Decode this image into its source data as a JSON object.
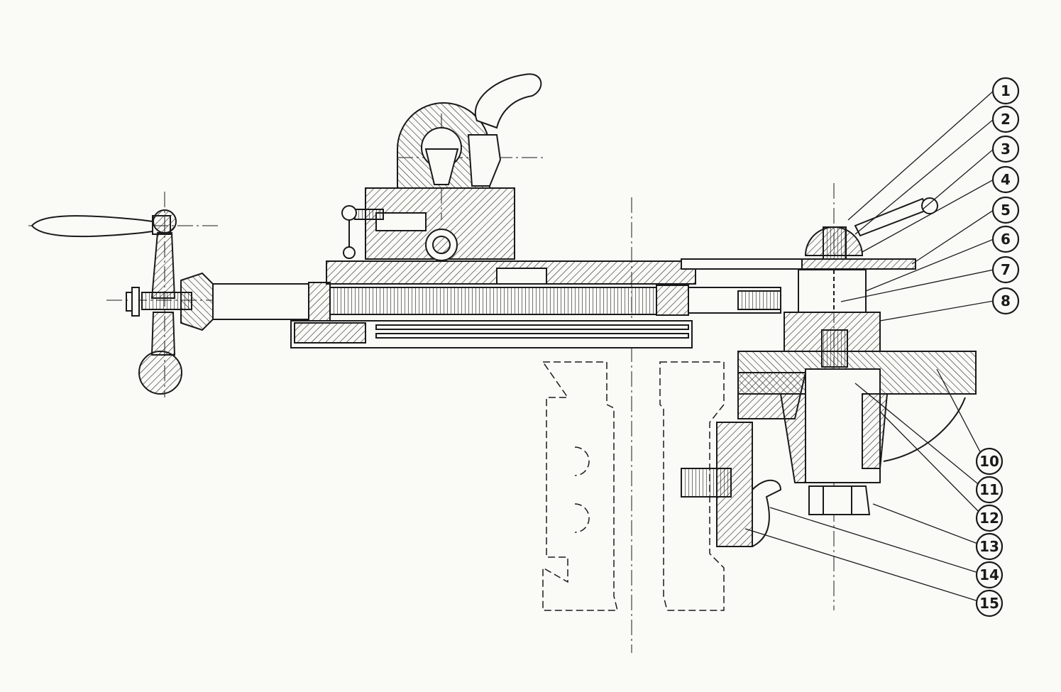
{
  "callouts": [
    {
      "id": "1",
      "label": "1"
    },
    {
      "id": "2",
      "label": "2"
    },
    {
      "id": "3",
      "label": "3"
    },
    {
      "id": "4",
      "label": "4"
    },
    {
      "id": "5",
      "label": "5"
    },
    {
      "id": "6",
      "label": "6"
    },
    {
      "id": "7",
      "label": "7"
    },
    {
      "id": "8",
      "label": "8"
    },
    {
      "id": "10",
      "label": "10"
    },
    {
      "id": "11",
      "label": "11"
    },
    {
      "id": "12",
      "label": "12"
    },
    {
      "id": "13",
      "label": "13"
    },
    {
      "id": "14",
      "label": "14"
    },
    {
      "id": "15",
      "label": "15"
    }
  ],
  "colors": {
    "ink": "#1a1a1a",
    "paper": "#fafaf7",
    "hatch": "#333333"
  }
}
